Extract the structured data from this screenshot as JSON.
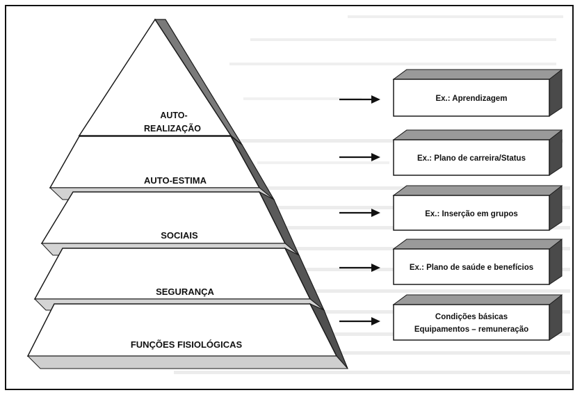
{
  "pyramid": {
    "levels": [
      {
        "lines": [
          "AUTO-",
          "REALIZAÇÃO"
        ]
      },
      {
        "lines": [
          "AUTO-ESTIMA"
        ]
      },
      {
        "lines": [
          "SOCIAIS"
        ]
      },
      {
        "lines": [
          "SEGURANÇA"
        ]
      },
      {
        "lines": [
          "FUNÇÕES FISIOLÓGICAS"
        ]
      }
    ]
  },
  "examples": [
    {
      "lines": [
        "Ex.: Aprendizagem"
      ]
    },
    {
      "lines": [
        "Ex.: Plano de carreira/Status"
      ]
    },
    {
      "lines": [
        "Ex.: Inserção em grupos"
      ]
    },
    {
      "lines": [
        "Ex.: Plano de saúde e benefícios"
      ]
    },
    {
      "lines": [
        "Condições básicas",
        "Equipamentos – remuneração"
      ]
    }
  ],
  "colors": {
    "face_fill": "#ffffff",
    "side_dark": "#555555",
    "side_mid": "#9a9a9a",
    "top_light": "#cfcfcf",
    "stroke": "#1a1a1a",
    "background_text": "#d9d9d9"
  }
}
